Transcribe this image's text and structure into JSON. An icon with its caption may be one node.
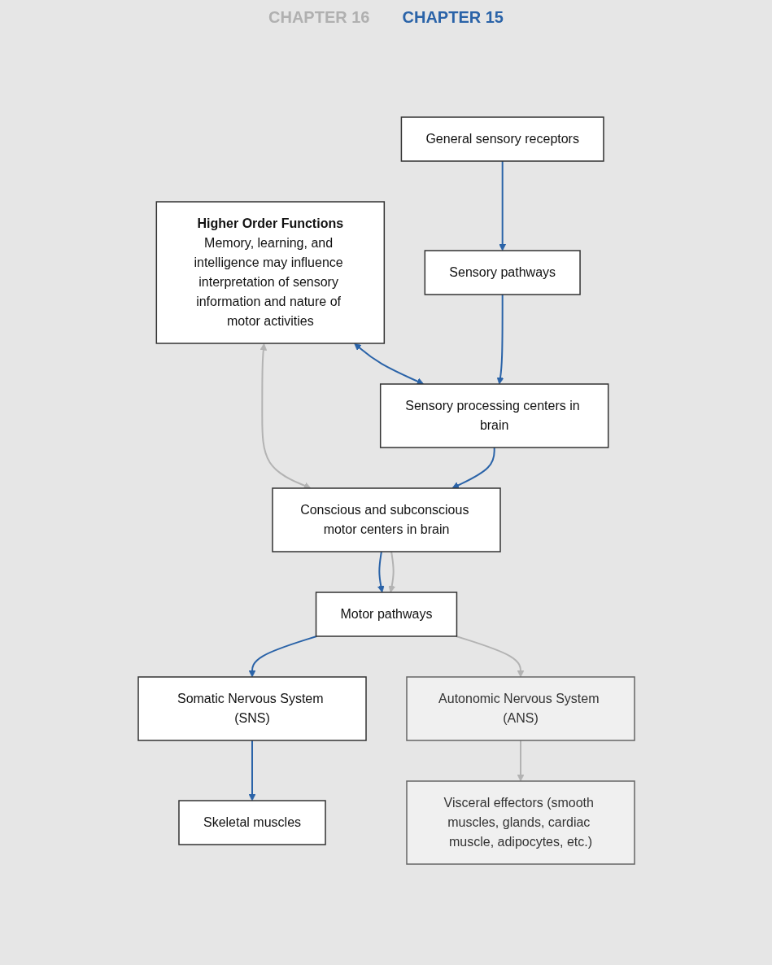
{
  "diagram": {
    "nodes": [
      {
        "text": [
          "Higher Order Functions",
          "Memory, learning, and intelligence may influence interpretation of sensory information and nature of motor activities"
        ]
      },
      {
        "text": [
          "Sensory processing centers in brain"
        ]
      },
      {
        "text": [
          "Conscious and subconscious motor centers in brain"
        ]
      },
      {
        "text": [
          "Sensory pathways"
        ]
      },
      {
        "text": [
          "Motor pathways"
        ]
      },
      {
        "text": [
          "Somatic Nervous System (SNS)"
        ]
      },
      {
        "text": [
          "Autonomic Nervous System (ANS)"
        ]
      },
      {
        "text": [
          "General sensory receptors"
        ]
      },
      {
        "text": [
          "Skeletal muscles"
        ]
      },
      {
        "text": [
          "Visceral effectors (smooth muscles, glands, cardiac muscle, adipocytes, etc.)"
        ]
      }
    ],
    "edges": [
      {
        "from": 0,
        "to": 1,
        "arrow": "both"
      },
      {
        "from": 0,
        "to": 2,
        "arrow": "both",
        "color": "#b3b3b3"
      },
      {
        "from": 1,
        "to": 2,
        "arrow": "to"
      },
      {
        "from": 3,
        "to": 1,
        "arrow": "to"
      },
      {
        "from": 7,
        "to": 3,
        "arrow": "to"
      },
      {
        "from": 2,
        "to": 4,
        "arrow": "to"
      },
      {
        "from": 2,
        "to": 4,
        "arrow": "to",
        "color": "#b3b3b3"
      },
      {
        "from": 4,
        "to": 5,
        "arrow": "to"
      },
      {
        "from": 5,
        "to": 8,
        "arrow": "to"
      },
      {
        "from": 4,
        "to": 6,
        "arrow": "to",
        "color": "#b3b3b3"
      },
      {
        "from": 6,
        "to": 9,
        "arrow": "to",
        "color": "#b3b3b3"
      }
    ],
    "labels": [
      "CHAPTER 16",
      "CHAPTER 15"
    ]
  }
}
